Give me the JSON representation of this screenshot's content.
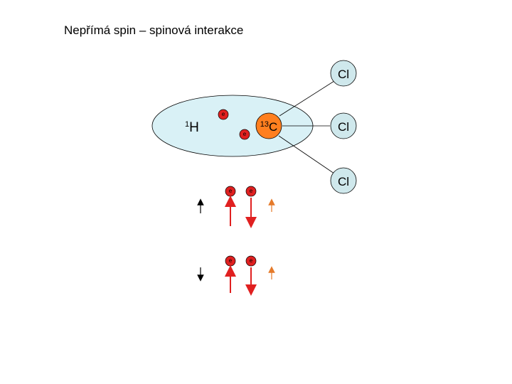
{
  "title": "Nepřímá spin – spinová interakce",
  "atoms": {
    "hydrogen": {
      "sup": "1",
      "symbol": "H"
    },
    "carbon": {
      "sup": "13",
      "symbol": "C"
    },
    "chlorine_top": "Cl",
    "chlorine_mid": "Cl",
    "chlorine_bottom": "Cl"
  },
  "electron_label": "e",
  "colors": {
    "bond_region": "#d9f1f6",
    "chlorine_fill": "#cfe8ec",
    "carbon_fill": "#ff7f1f",
    "electron_fill": "#e02020",
    "arrow_red": "#e02020",
    "arrow_black": "#000000",
    "arrow_orange": "#e57a2a"
  },
  "spin_states": [
    {
      "proton": "up",
      "electron_1": "up",
      "electron_2": "down",
      "carbon_13": "up"
    },
    {
      "proton": "down",
      "electron_1": "up",
      "electron_2": "down",
      "carbon_13": "up"
    }
  ]
}
